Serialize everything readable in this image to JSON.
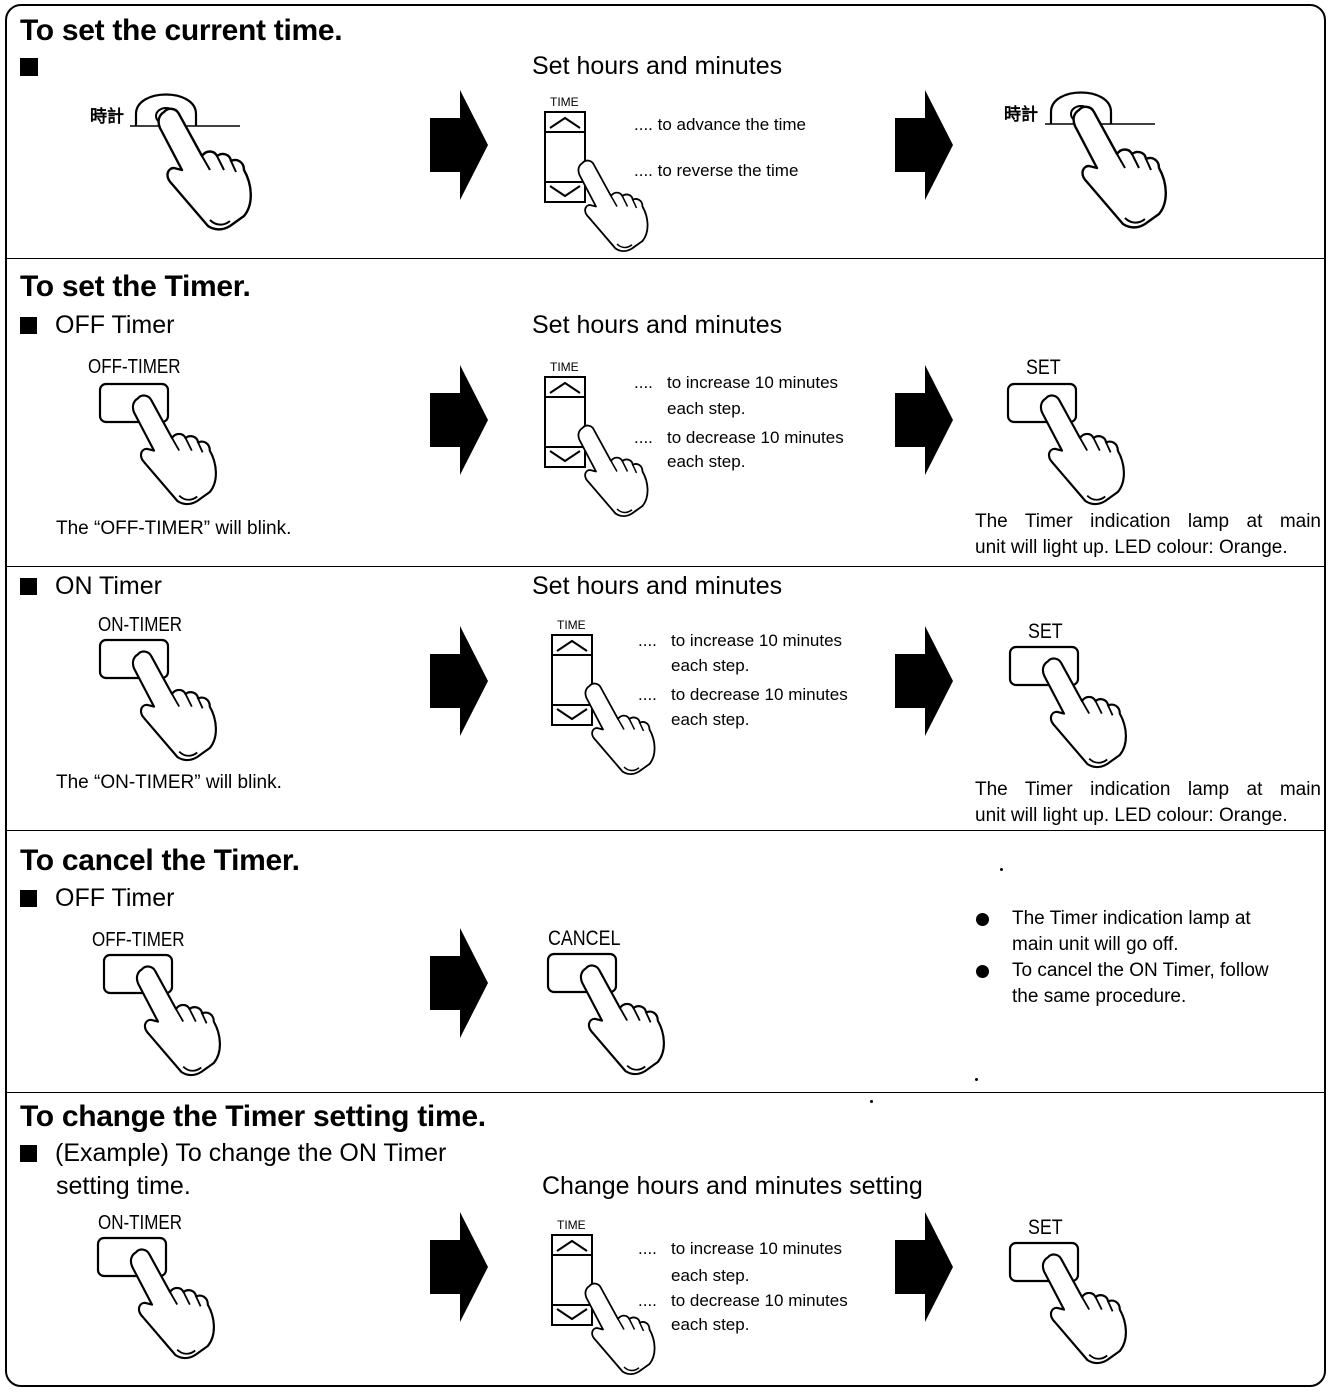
{
  "section_current_time": {
    "title": "To set the current time.",
    "step_title": "Set hours and minutes",
    "button_label": "時計",
    "time_label": "TIME",
    "up_text": ".... to advance the time",
    "down_text": ".... to reverse the time"
  },
  "section_set_timer": {
    "title": "To set the Timer.",
    "off": {
      "heading": "OFF Timer",
      "button_label": "OFF-TIMER",
      "step_title": "Set hours and minutes",
      "time_label": "TIME",
      "inc_dots": "....",
      "inc_line1": "to increase 10 minutes",
      "inc_line2": "each step.",
      "dec_dots": "....",
      "dec_line1": "to decrease 10 minutes",
      "dec_line2": "each step.",
      "set_label": "SET",
      "blink_text": "The “OFF-TIMER” will blink.",
      "lamp_line1": "The Timer indication lamp at main",
      "lamp_line2": "unit will light up. LED colour: Orange."
    },
    "on": {
      "heading": "ON Timer",
      "button_label": "ON-TIMER",
      "step_title": "Set hours and minutes",
      "time_label": "TIME",
      "inc_dots": "....",
      "inc_line1": "to increase 10 minutes",
      "inc_line2": "each step.",
      "dec_dots": "....",
      "dec_line1": "to decrease 10 minutes",
      "dec_line2": "each step.",
      "set_label": "SET",
      "blink_text": "The “ON-TIMER” will blink.",
      "lamp_line1": "The Timer indication lamp at main",
      "lamp_line2": "unit will light up. LED colour: Orange."
    }
  },
  "section_cancel": {
    "title": "To cancel the Timer.",
    "heading": "OFF Timer",
    "button_label": "OFF-TIMER",
    "cancel_label": "CANCEL",
    "bullet1_line1": "The Timer indication lamp at",
    "bullet1_line2": "main unit will go off.",
    "bullet2_line1": "To cancel the ON Timer, follow",
    "bullet2_line2": "the same procedure."
  },
  "section_change": {
    "title": "To change the Timer setting time.",
    "heading_line1": "(Example) To change the ON Timer",
    "heading_line2": "setting time.",
    "step_title": "Change hours and minutes setting",
    "button_label": "ON-TIMER",
    "time_label": "TIME",
    "inc_dots": "....",
    "inc_line1": "to increase 10 minutes",
    "inc_line2": "each step.",
    "dec_dots": "....",
    "dec_line1": "to decrease 10 minutes",
    "dec_line2": "each step.",
    "set_label": "SET"
  }
}
